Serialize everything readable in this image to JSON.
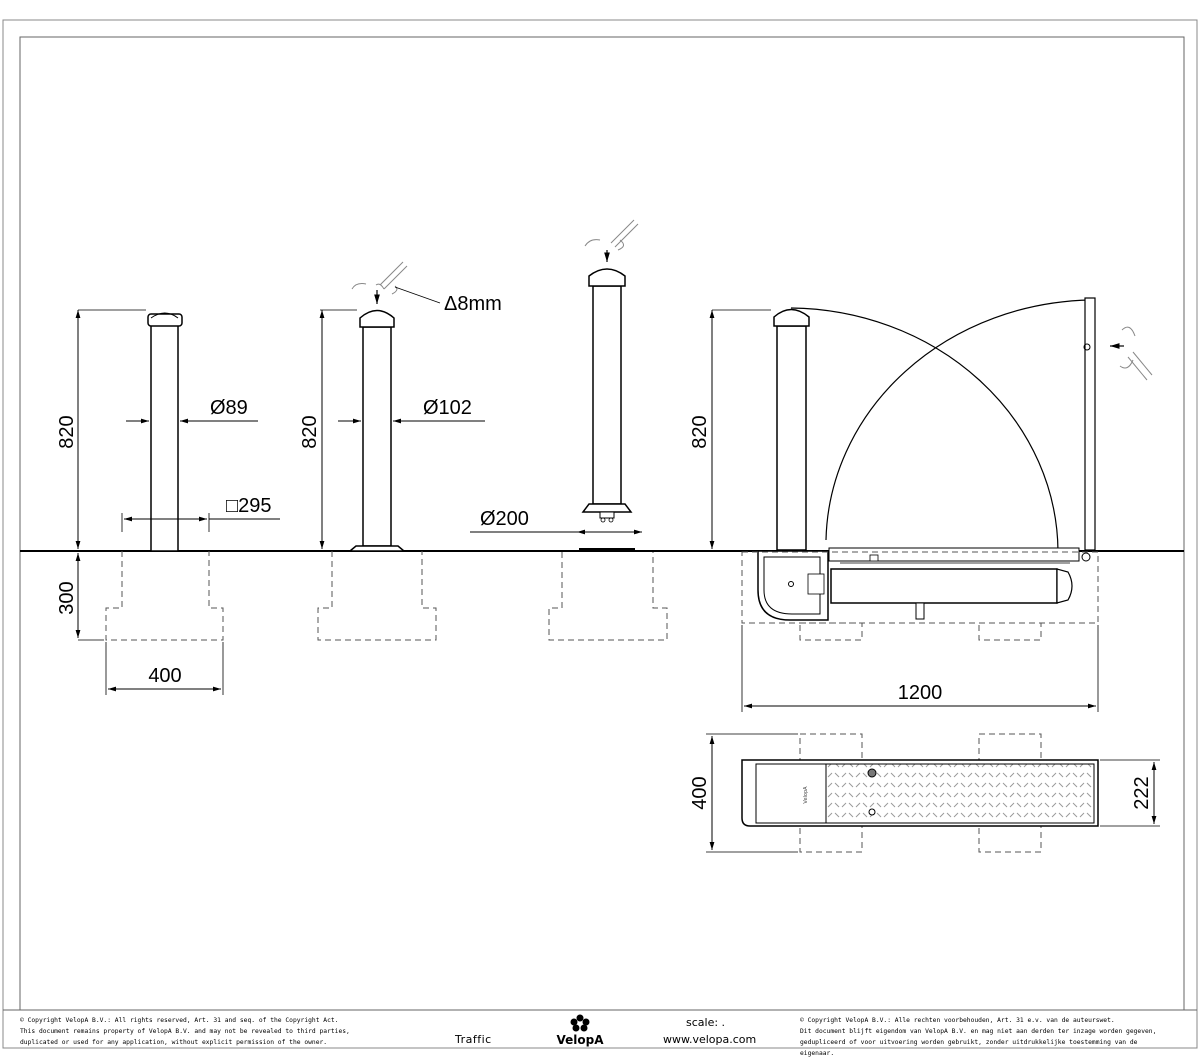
{
  "drawing": {
    "dimensions": {
      "height_1": "820",
      "depth": "300",
      "diameter_89": "Ø89",
      "base_295": "□295",
      "width_400": "400",
      "height_2": "820",
      "diameter_102": "Ø102",
      "delta": "Δ8mm",
      "diameter_200": "Ø200",
      "height_4": "820",
      "length_1200": "1200",
      "plan_width_400": "400",
      "plan_width_222": "222"
    },
    "plan_brand": "VelopA"
  },
  "footer": {
    "copyright_en": [
      "© Copyright VelopA B.V.: All rights reserved, Art. 31 and seq. of the Copyright Act.",
      "This document remains property of VelopA B.V. and may not be revealed to third parties,",
      "duplicated or used for any application, without explicit permission of the owner."
    ],
    "title": "Traffic",
    "logo_text": "VelopA",
    "scale_label": "scale: .",
    "website": "www.velopa.com",
    "copyright_nl": [
      "© Copyright VelopA B.V.: Alle rechten voorbehouden, Art. 31 e.v. van de auteurswet.",
      "Dit document blijft eigendom van VelopA B.V. en mag niet aan derden ter inzage worden gegeven,",
      "gedupliceerd of voor uitvoering worden gebruikt, zonder uitdrukkelijke toestemming van de eigenaar."
    ]
  }
}
